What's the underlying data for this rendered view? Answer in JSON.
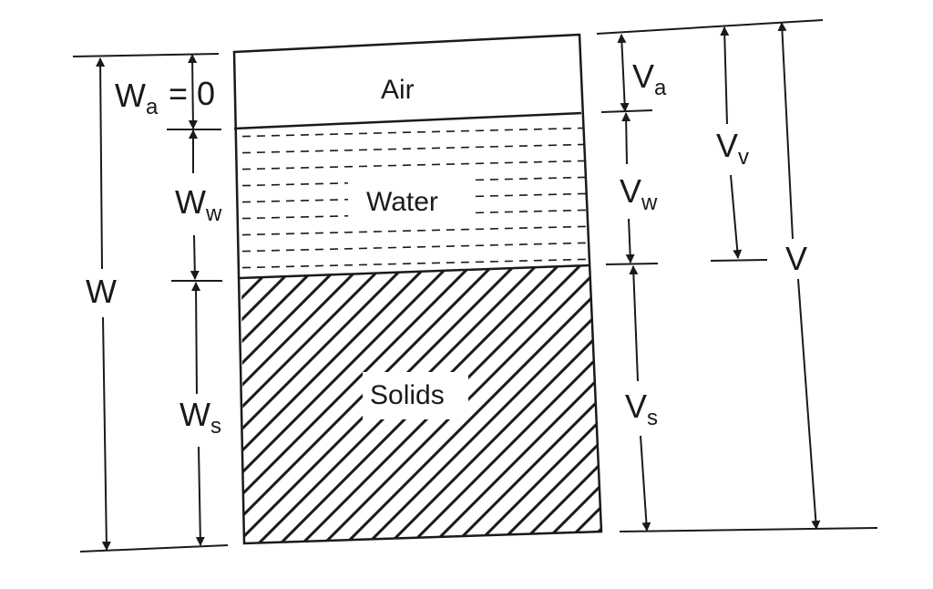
{
  "diagram": {
    "phases": {
      "air": "Air",
      "water": "Water",
      "solids": "Solids"
    },
    "weights": {
      "air": {
        "main": "W",
        "sub": "a",
        "suffix": "= 0"
      },
      "water": {
        "main": "W",
        "sub": "w"
      },
      "solids": {
        "main": "W",
        "sub": "s"
      },
      "total": {
        "main": "W"
      }
    },
    "volumes": {
      "air": {
        "main": "V",
        "sub": "a"
      },
      "water": {
        "main": "V",
        "sub": "w"
      },
      "solids": {
        "main": "V",
        "sub": "s"
      },
      "voids": {
        "main": "V",
        "sub": "v"
      },
      "total": {
        "main": "V"
      }
    },
    "colors": {
      "ink": "#1a1a1a",
      "background": "#ffffff"
    }
  }
}
